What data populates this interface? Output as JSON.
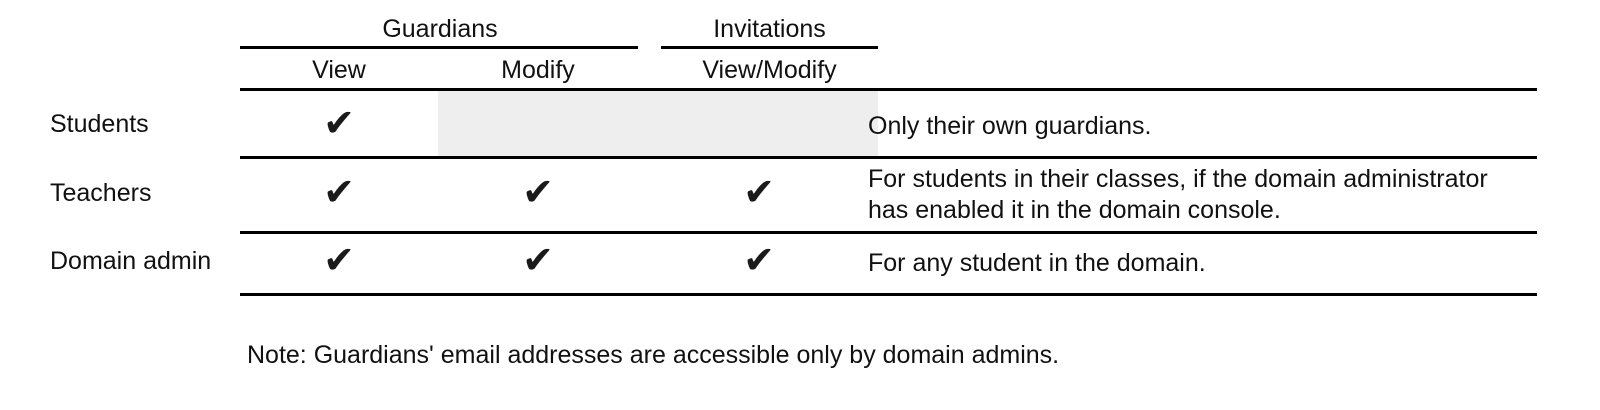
{
  "table": {
    "column_groups": [
      {
        "label": "Guardians",
        "name": "guardians"
      },
      {
        "label": "Invitations",
        "name": "invitations"
      }
    ],
    "sub_headers": [
      {
        "label": "View",
        "name": "guardians-view"
      },
      {
        "label": "Modify",
        "name": "guardians-modify"
      },
      {
        "label": "View/Modify",
        "name": "invitations-view-modify"
      }
    ],
    "rows": [
      {
        "label": "Students",
        "guardians_view": "✔",
        "guardians_modify": "",
        "invitations_view_modify": "",
        "description": "Only their own guardians."
      },
      {
        "label": "Teachers",
        "guardians_view": "✔",
        "guardians_modify": "✔",
        "invitations_view_modify": "✔",
        "description": "For students in their classes, if the domain administrator has enabled it in the domain console."
      },
      {
        "label": "Domain admin",
        "guardians_view": "✔",
        "guardians_modify": "✔",
        "invitations_view_modify": "✔",
        "description": "For any student in the domain."
      }
    ]
  },
  "note": "Note: Guardians' email addresses are accessible only by domain admins.",
  "colors": {
    "rule": "#000000",
    "shaded_cell": "#eeeeee",
    "text": "#111111",
    "background": "#ffffff"
  }
}
